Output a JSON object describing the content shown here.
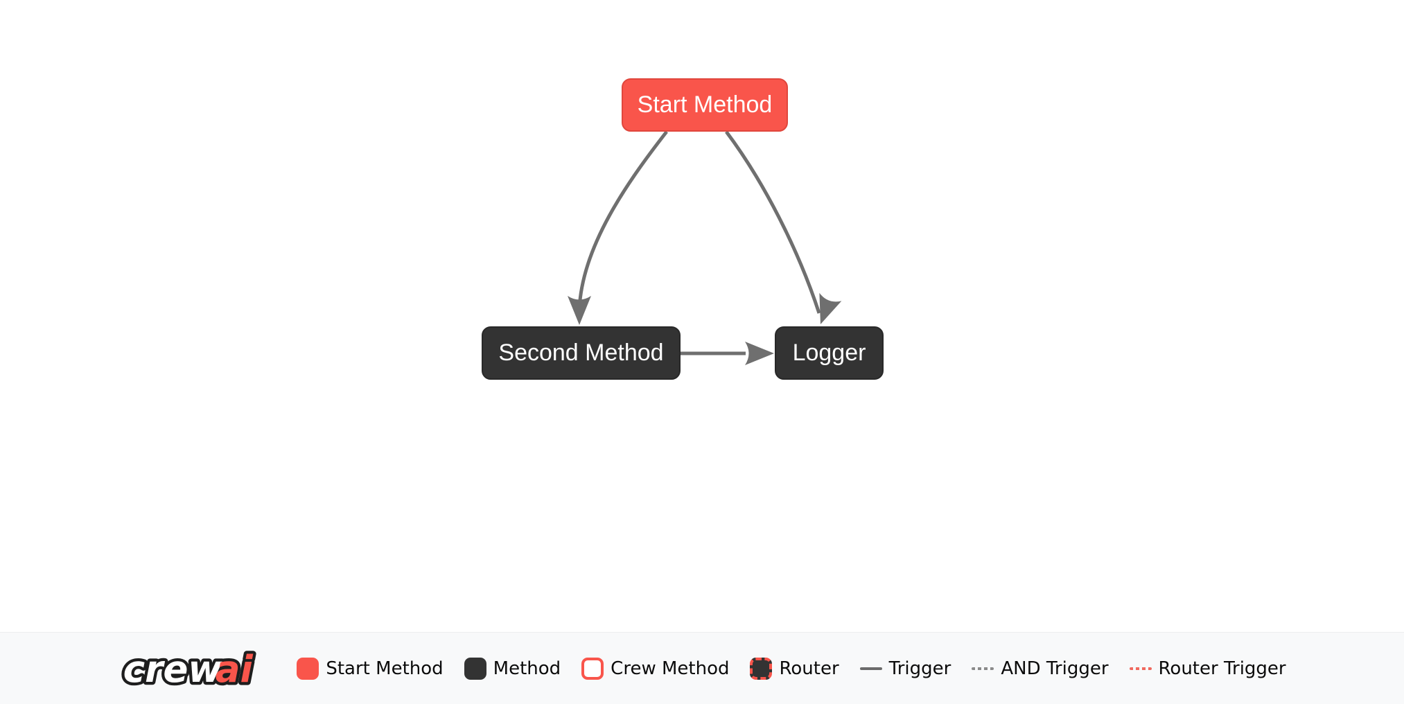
{
  "page": {
    "background": "#ffffff"
  },
  "diagram": {
    "nodes": [
      {
        "label": "Start Method",
        "type": "start_method",
        "fill": "#f9554b",
        "border": "#e0463c",
        "text_color": "#ffffff"
      },
      {
        "label": "Second Method",
        "type": "method",
        "fill": "#333333",
        "border": "#282828",
        "text_color": "#ffffff"
      },
      {
        "label": "Logger",
        "type": "method",
        "fill": "#333333",
        "border": "#282828",
        "text_color": "#ffffff"
      }
    ],
    "edges": [
      {
        "from": "Start Method",
        "to": "Second Method",
        "type": "trigger"
      },
      {
        "from": "Start Method",
        "to": "Logger",
        "type": "trigger"
      },
      {
        "from": "Second Method",
        "to": "Logger",
        "type": "trigger"
      }
    ],
    "edge_color": "#6f6f6f"
  },
  "legend": {
    "logo": {
      "crew": "crew",
      "ai": "ai"
    },
    "items": [
      {
        "label": "Start Method",
        "swatch": "start-method-box"
      },
      {
        "label": "Method",
        "swatch": "method-box"
      },
      {
        "label": "Crew Method",
        "swatch": "crew-method-box"
      },
      {
        "label": "Router",
        "swatch": "router-box"
      },
      {
        "label": "Trigger",
        "swatch": "solid-line"
      },
      {
        "label": "AND Trigger",
        "swatch": "dashed-gray-line"
      },
      {
        "label": "Router Trigger",
        "swatch": "dashed-red-line"
      }
    ],
    "colors": {
      "accent_red": "#f9554b",
      "dark": "#333333",
      "edge_gray": "#6f6f6f",
      "and_gray": "#8a8a8a",
      "router_red": "#f0695e",
      "bar_background": "#f8f9fa"
    }
  }
}
